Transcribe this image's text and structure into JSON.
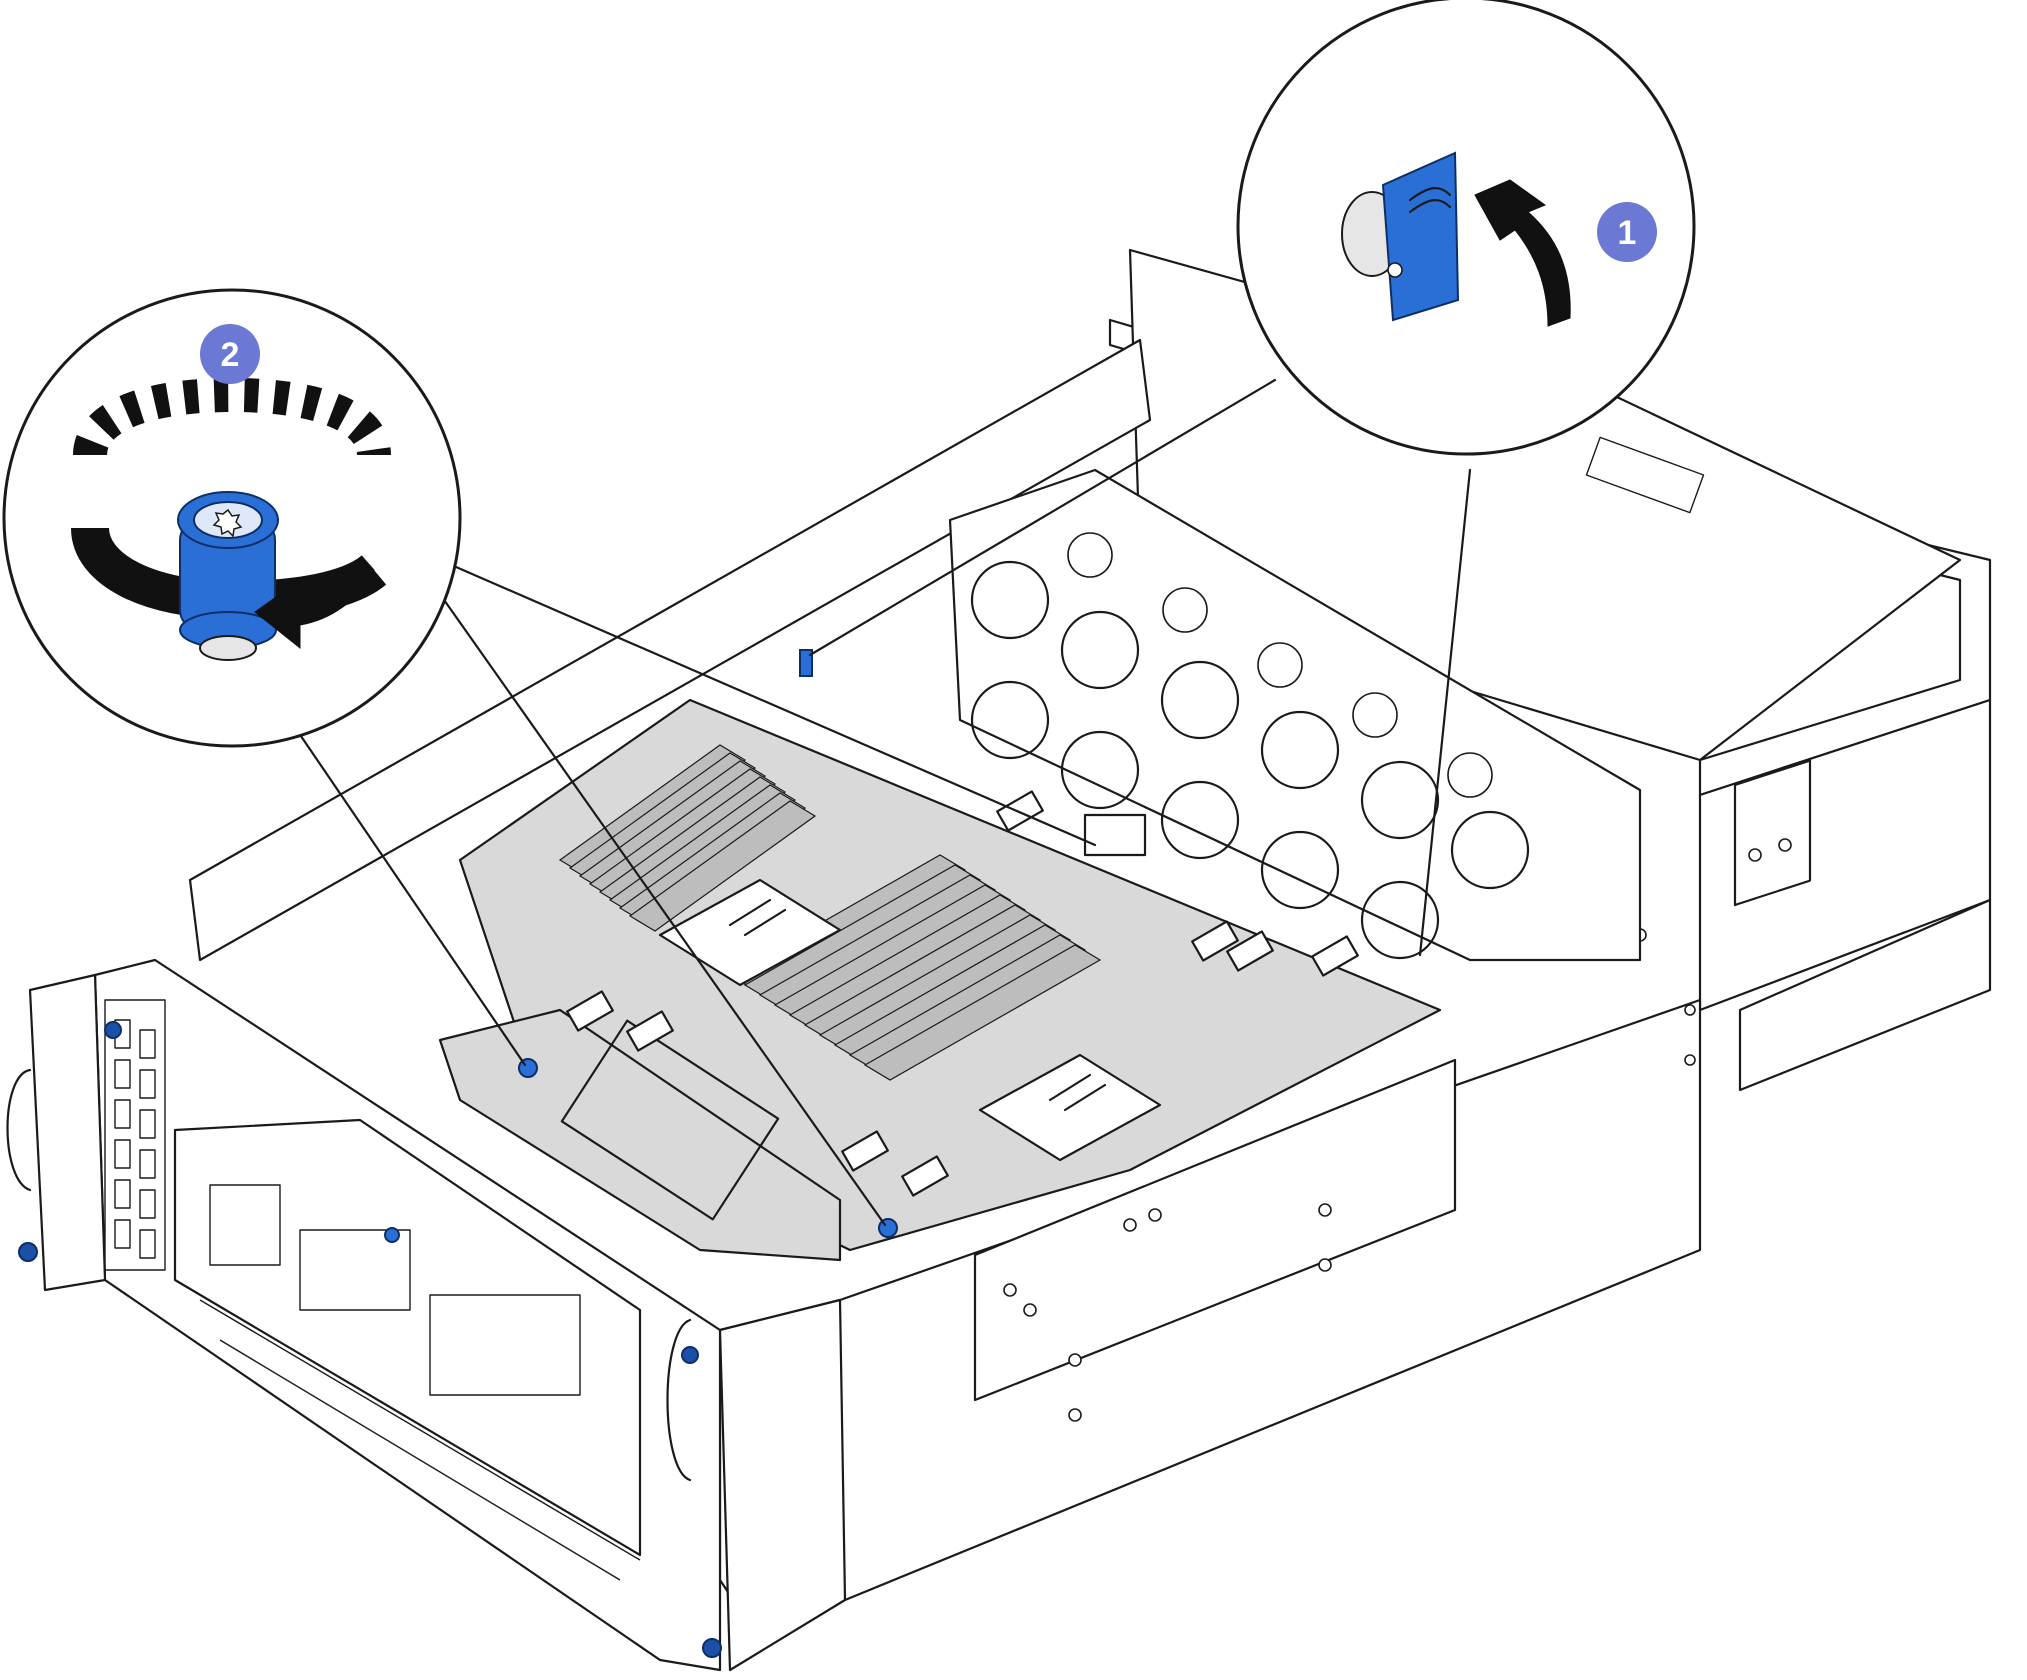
{
  "callouts": [
    {
      "number": "1",
      "part": "release-latch",
      "action": "rotate-up",
      "accent_color": "#2a6fd6"
    },
    {
      "number": "2",
      "part": "thumbscrew",
      "action": "loosen-counterclockwise",
      "accent_color": "#2a6fd6"
    }
  ],
  "colors": {
    "badge": "#6b78d4",
    "part_blue": "#2a6fd6",
    "board_gray": "#d9d9d9",
    "line": "#1a1a1a"
  }
}
